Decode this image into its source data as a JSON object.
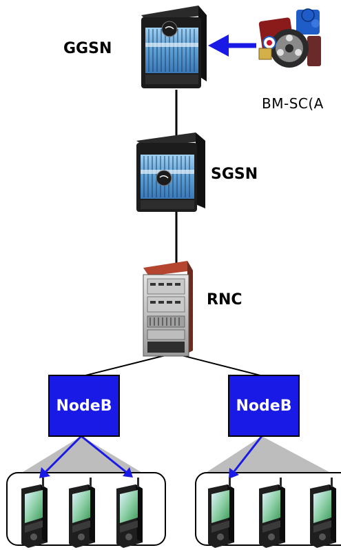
{
  "labels": {
    "ggsn": "GGSN",
    "bmsc": "BM-SC(A",
    "sgsn": "SGSN",
    "rnc": "RNC",
    "nodeb_left": "NodeB",
    "nodeb_right": "NodeB"
  },
  "colors": {
    "nodeb_fill": "#1a1ae6",
    "arrow": "#1a1ae6",
    "link": "#000000",
    "coverage": "#bdbdbd",
    "rnc_top": "#b5452f"
  },
  "icons": {
    "ggsn": "router-chassis-icon",
    "sgsn": "router-chassis-icon",
    "rnc": "rack-server-icon",
    "bmsc": "multimedia-server-icon",
    "ue": "smartphone-icon"
  }
}
